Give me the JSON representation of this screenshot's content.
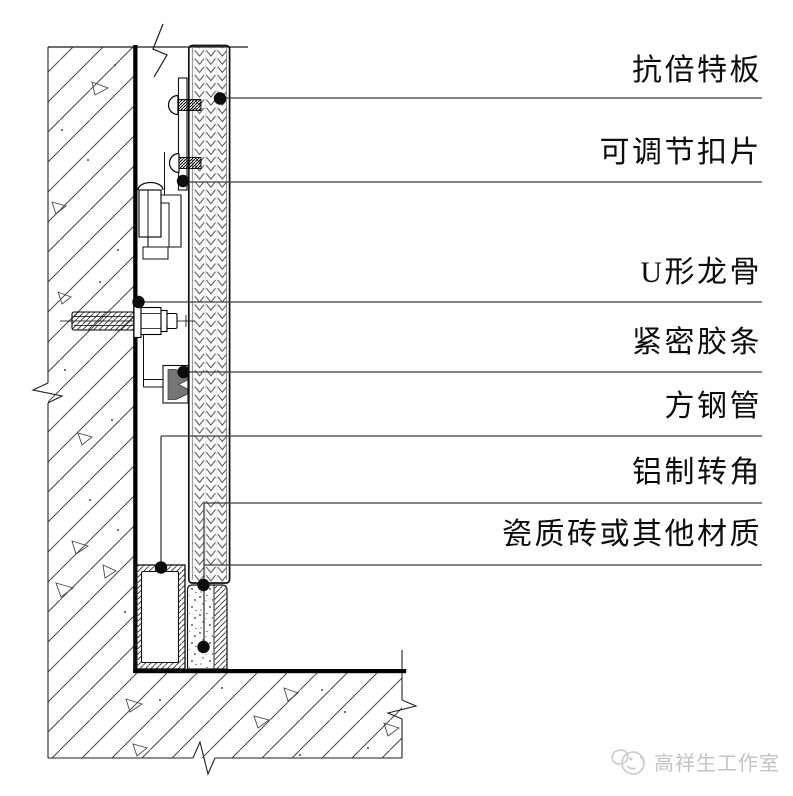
{
  "labels": [
    {
      "id": "hpl-board",
      "text": "抗倍特板"
    },
    {
      "id": "adjustable-clip",
      "text": "可调节扣片"
    },
    {
      "id": "u-channel-keel",
      "text": "U形龙骨"
    },
    {
      "id": "tight-rubber-strip",
      "text": "紧密胶条"
    },
    {
      "id": "square-steel-tube",
      "text": "方钢管"
    },
    {
      "id": "aluminum-corner",
      "text": "铝制转角"
    },
    {
      "id": "porcelain-tile",
      "text": "瓷质砖或其他材质"
    }
  ],
  "watermark": {
    "text": "高祥生工作室",
    "logo": "bird-doodle-logo"
  },
  "colors": {
    "background": "#ffffff",
    "line": "#000000",
    "leader": "#3c3c3c",
    "rubber_strip_fill": "#757575",
    "watermark_text": "#c3c3c3"
  }
}
